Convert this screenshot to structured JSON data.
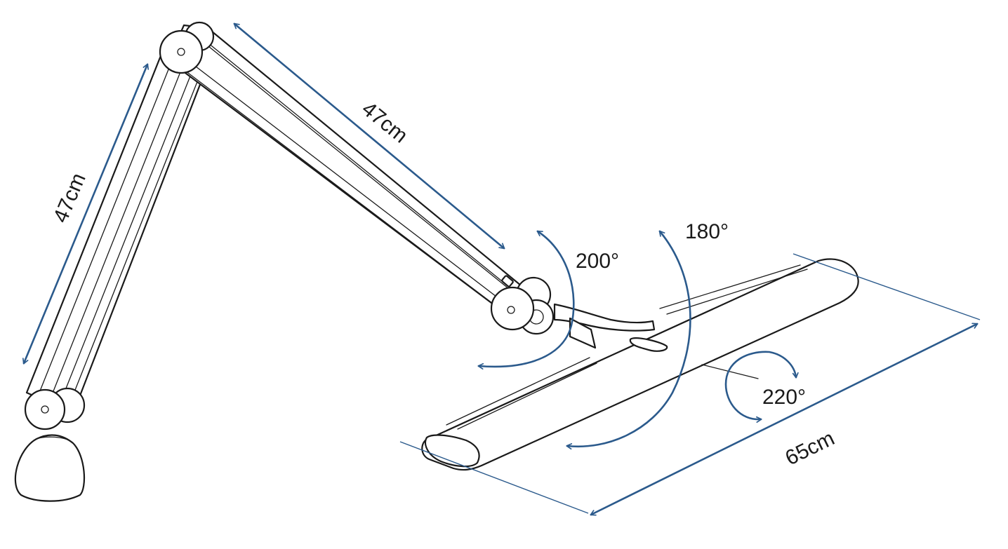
{
  "colors": {
    "dimension": "#2b5a8c",
    "outline": "#1a1a1a",
    "background": "#ffffff"
  },
  "labels": {
    "lower_arm_length": "47cm",
    "upper_arm_length": "47cm",
    "elbow_rotation": "200°",
    "head_tilt": "180°",
    "head_swivel": "220°",
    "head_length": "65cm"
  }
}
